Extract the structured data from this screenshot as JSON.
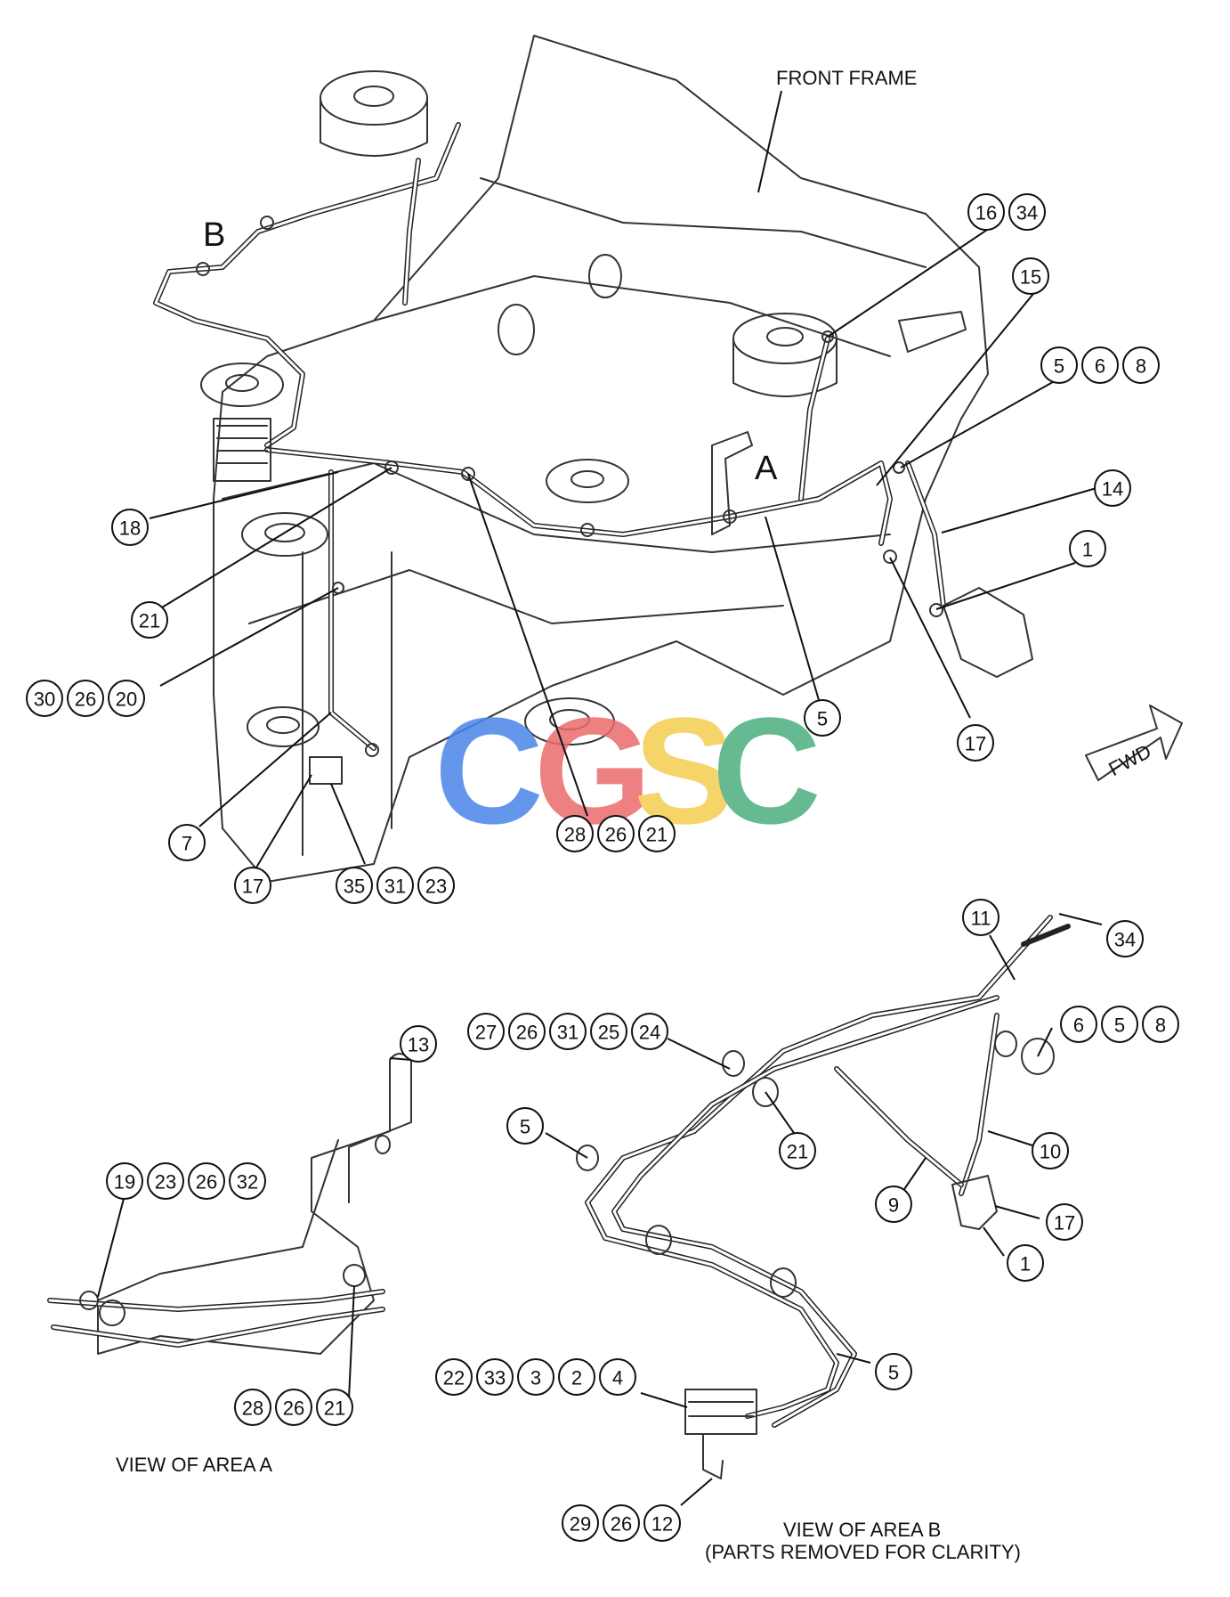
{
  "labels": {
    "front_frame": "FRONT FRAME",
    "area_a_marker": "A",
    "area_b_marker": "B",
    "fwd": "FWD",
    "view_area_a": "VIEW OF AREA A",
    "view_area_b_line1": "VIEW OF AREA B",
    "view_area_b_line2": "(PARTS REMOVED FOR CLARITY)"
  },
  "watermark": {
    "letters": [
      "C",
      "G",
      "S",
      "C"
    ],
    "colors": [
      "#4a86e8",
      "#ea6a6a",
      "#f4cd4f",
      "#4caf80"
    ]
  },
  "callouts": [
    [
      "16",
      "34"
    ],
    [
      "15"
    ],
    [
      "5",
      "6",
      "8"
    ],
    [
      "14"
    ],
    [
      "1"
    ],
    [
      "18"
    ],
    [
      "21"
    ],
    [
      "30",
      "26",
      "20"
    ],
    [
      "5"
    ],
    [
      "17"
    ],
    [
      "7"
    ],
    [
      "17"
    ],
    [
      "35",
      "31",
      "23"
    ],
    [
      "28",
      "26",
      "21"
    ],
    [
      "11"
    ],
    [
      "34"
    ],
    [
      "13"
    ],
    [
      "27",
      "26",
      "31",
      "25",
      "24"
    ],
    [
      "6",
      "5",
      "8"
    ],
    [
      "5"
    ],
    [
      "21"
    ],
    [
      "10"
    ],
    [
      "19",
      "23",
      "26",
      "32"
    ],
    [
      "9"
    ],
    [
      "17"
    ],
    [
      "1"
    ],
    [
      "5"
    ],
    [
      "22",
      "33",
      "3",
      "2",
      "4"
    ],
    [
      "28",
      "26",
      "21"
    ],
    [
      "29",
      "26",
      "12"
    ]
  ]
}
